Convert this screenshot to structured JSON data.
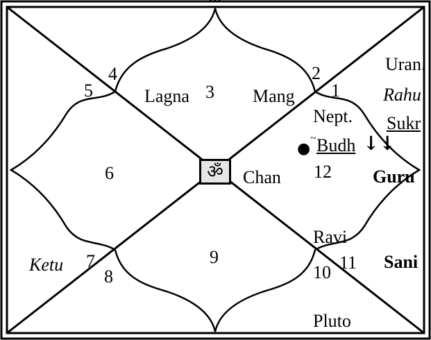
{
  "header_clip": "...",
  "center_symbol": "ॐ",
  "houses": {
    "n1": "1",
    "n2": "2",
    "n3": "3",
    "n4": "4",
    "n5": "5",
    "n6": "6",
    "n7": "7",
    "n8": "8",
    "n9": "9",
    "n10": "10",
    "n11": "11",
    "n12": "12"
  },
  "planets": {
    "lagna": "Lagna",
    "mang": "Mang",
    "uran": "Uran.",
    "rahu": "Rahu",
    "sukr": "Sukr",
    "nept": "Nept.",
    "budh": "Budh",
    "budh_mark": "~",
    "budh_arrows": "↓↓",
    "chan": "Chan",
    "guru": "Guru",
    "ravi": "Ravi",
    "sani": "Sani",
    "ketu": "Ketu",
    "pluto": "Pluto"
  }
}
